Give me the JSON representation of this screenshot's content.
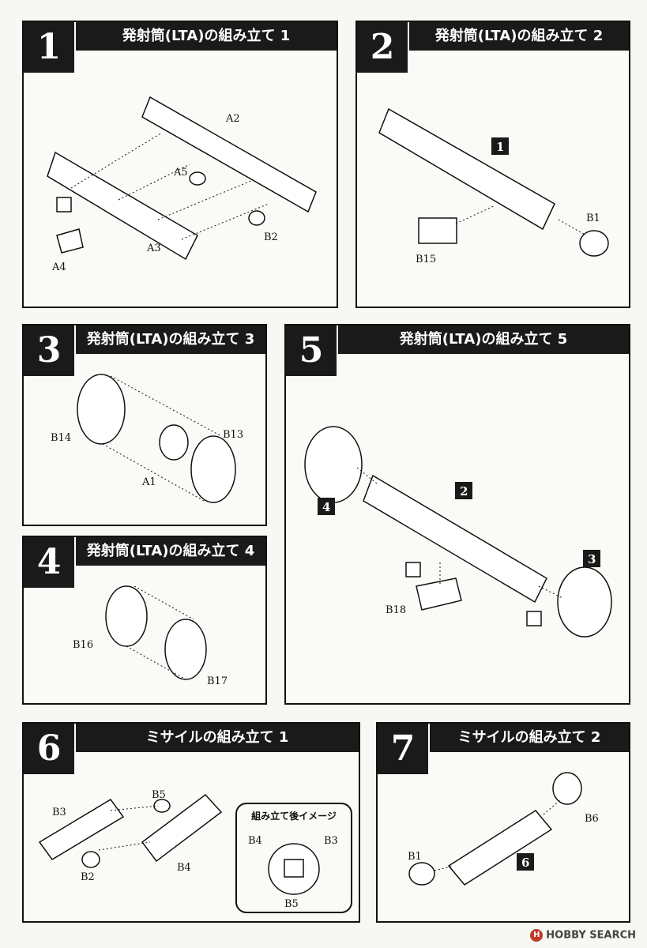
{
  "steps": [
    {
      "number": "1",
      "title": "発射筒(LTA)の組み立て 1",
      "parts": [
        "A2",
        "A5",
        "B2",
        "A3",
        "A4"
      ]
    },
    {
      "number": "2",
      "title": "発射筒(LTA)の組み立て 2",
      "parts": [
        "B1",
        "B15"
      ],
      "tags": [
        "1"
      ]
    },
    {
      "number": "3",
      "title": "発射筒(LTA)の組み立て 3",
      "parts": [
        "B14",
        "B13",
        "A1"
      ]
    },
    {
      "number": "4",
      "title": "発射筒(LTA)の組み立て 4",
      "parts": [
        "B16",
        "B17"
      ]
    },
    {
      "number": "5",
      "title": "発射筒(LTA)の組み立て 5",
      "parts": [
        "B18"
      ],
      "tags": [
        "2",
        "4",
        "3"
      ]
    },
    {
      "number": "6",
      "title": "ミサイルの組み立て 1",
      "parts": [
        "B3",
        "B5",
        "B2",
        "B4"
      ],
      "inset": {
        "title": "組み立て後イメージ",
        "parts": [
          "B4",
          "B3",
          "B5"
        ]
      }
    },
    {
      "number": "7",
      "title": "ミサイルの組み立て 2",
      "parts": [
        "B6",
        "B1"
      ],
      "tags": [
        "6"
      ]
    }
  ],
  "watermark": {
    "logo_text": "H",
    "text": "HOBBY SEARCH"
  },
  "colors": {
    "ink": "#1a1a1a",
    "paper": "#f7f7f4"
  }
}
